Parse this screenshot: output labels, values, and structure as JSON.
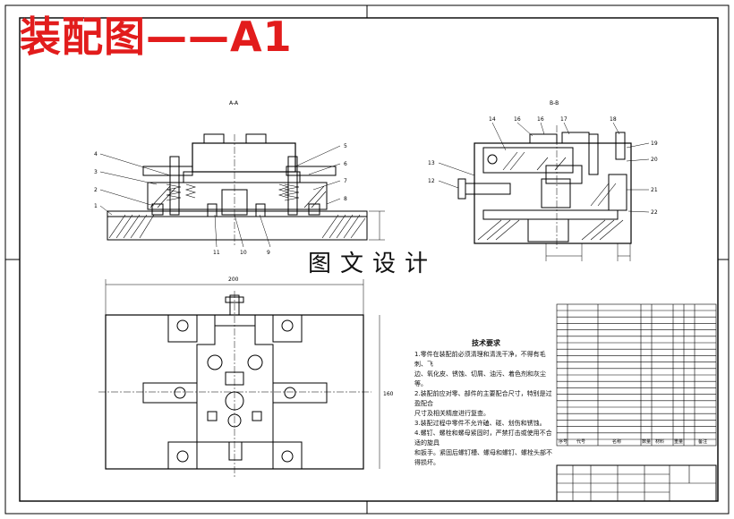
{
  "title": "装配图——A1",
  "watermark": "图文设计",
  "view_labels": {
    "section_aa": "A-A",
    "section_bb": "B-B",
    "dim_width": "200",
    "dim_height": "160"
  },
  "left_balloons": [
    "4",
    "3",
    "2",
    "1"
  ],
  "right_balloons": [
    "5",
    "6",
    "7",
    "8"
  ],
  "bottom_balloons": [
    "11",
    "10",
    "9"
  ],
  "bb_top_balloons": [
    "14",
    "16",
    "16",
    "17",
    "18"
  ],
  "bb_right_balloons": [
    "19",
    "20",
    "21",
    "22"
  ],
  "bb_left_balloons": [
    "13",
    "12"
  ],
  "technical_requirements": {
    "title": "技术要求",
    "lines": [
      "1.零件在装配前必须清理和清洗干净，不得有毛刺、飞",
      "边、氧化皮、锈蚀、切屑、油污、着色剂和灰尘等。",
      "2.装配前应对零、部件的主要配合尺寸，特别是过盈配合",
      "尺寸及相关精度进行复查。",
      "3.装配过程中零件不允许磕、碰、划伤和锈蚀。",
      "4.螺钉、螺栓和螺母紧固时，严禁打击或使用不合适的旋具",
      "和扳手。紧固后螺钉槽、螺母和螺钉、螺栓头部不得损坏。"
    ]
  },
  "bom_header": {
    "no": "序号",
    "code": "代号",
    "name": "名称",
    "qty": "数量",
    "material": "材料",
    "weight": "重量",
    "note": "备注"
  }
}
